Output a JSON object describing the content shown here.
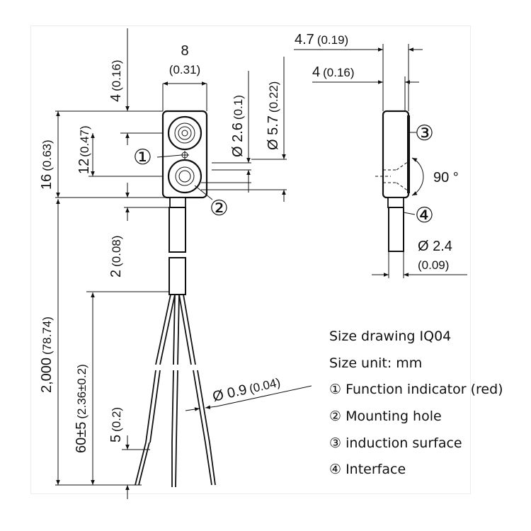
{
  "front_view": {
    "width_mm": "8",
    "width_in": "(0.31)",
    "top_offset_mm": "4",
    "top_offset_in": "(0.16)",
    "hole_pitch_mm": "12",
    "hole_pitch_in": "(0.47)",
    "body_height_mm": "16",
    "body_height_in": "(0.63)",
    "hole_small_dia": "Ø 2.6",
    "hole_small_in": "(0.1)",
    "hole_large_dia": "Ø 5.7",
    "hole_large_in": "(0.22)",
    "neck_mm": "2",
    "neck_in": "(0.08)",
    "cable_length_mm": "2,000",
    "cable_length_in": "(78.74)",
    "lead_length_mm": "60±5",
    "lead_length_in": "(2.36±0.2)",
    "strip_mm": "5",
    "strip_in": "(0.2)",
    "wire_dia": "Ø 0.9",
    "wire_dia_in": "(0.04)"
  },
  "side_view": {
    "depth_mm": "4.7",
    "depth_in": "(0.19)",
    "depth2_mm": "4",
    "depth2_in": "(0.16)",
    "angle": "90 °",
    "cable_dia": "Ø 2.4",
    "cable_dia_in": "(0.09)"
  },
  "callouts": {
    "c1": "①",
    "c2": "②",
    "c3": "③",
    "c4": "④"
  },
  "legend": {
    "title": "Size drawing IQ04",
    "unit": "Size unit: mm",
    "item1": "① Function indicator (red)",
    "item2": "② Mounting hole",
    "item3": "③ induction surface",
    "item4": "④ Interface"
  }
}
